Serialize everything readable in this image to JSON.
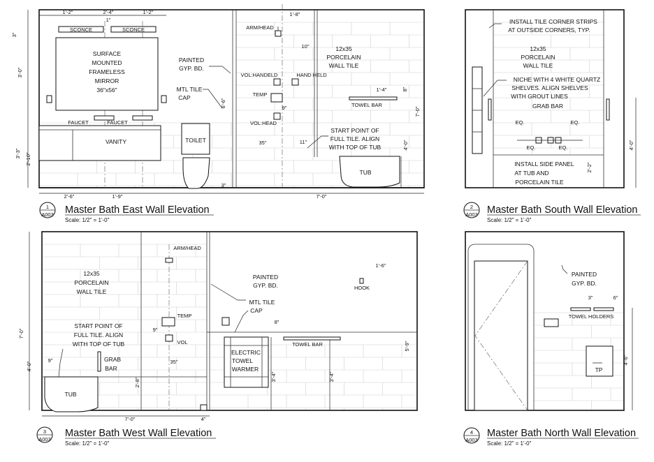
{
  "views": [
    {
      "num": "1",
      "sheet": "A003",
      "title": "Master Bath East Wall Elevation",
      "scale": "Scale: 1/2\" = 1'-0\"",
      "labels": {
        "sconce_l": "SCONCE",
        "sconce_r": "SCONCE",
        "mirror": [
          "SURFACE",
          "MOUNTED",
          "FRAMELESS",
          "MIRROR",
          "36\"x56\""
        ],
        "faucet_l": "FAUCET",
        "faucet_r": "FAUCET",
        "vanity": "VANITY",
        "toilet": "TOILET",
        "painted": [
          "PAINTED",
          "GYP. BD."
        ],
        "mtl_cap": [
          "MTL TILE",
          "CAP"
        ],
        "arm_head": "ARM/HEAD",
        "wall_tile": [
          "12x35",
          "PORCELAIN",
          "WALL TILE"
        ],
        "vol_handheld": "VOL:HANDELD",
        "hand_held": "HAND HELD",
        "temp": "TEMP",
        "vol_head": "VOL:HEAD",
        "towel_bar": "TOWEL BAR",
        "start_point": [
          "START POINT OF",
          "FULL TILE. ALIGN",
          "WITH TOP OF TUB"
        ],
        "tub": "TUB"
      },
      "dims": {
        "top_1": "1'-2\"",
        "top_2": "2'-4\"",
        "top_3": "1'-2\"",
        "top_4": "1\"",
        "left_1": "3\"",
        "left_2": "3'-0\"",
        "left_3": "3'-3\"",
        "left_4": "2'-10\"",
        "bottom_1": "2'-6\"",
        "bottom_2": "1'-9\"",
        "bottom_3": "3\"",
        "bottom_4": "7'-0\"",
        "shower_top": "1'-8\"",
        "d_10": "10\"",
        "d_6_6": "6'-6\"",
        "d_9": "9\"",
        "d_1_4": "1'-4\"",
        "d_8": "8\"",
        "d_7_0": "7'-0\"",
        "d_35": "35\"",
        "d_11": "11\"",
        "d_4_0": "4'-0\""
      }
    },
    {
      "num": "2",
      "sheet": "A003",
      "title": "Master Bath South Wall Elevation",
      "scale": "Scale: 1/2\" = 1'-0\"",
      "labels": {
        "corner_strips": [
          "INSTALL TILE CORNER STRIPS",
          "AT OUTSIDE CORNERS, TYP."
        ],
        "wall_tile": [
          "12x35",
          "PORCELAIN",
          "WALL TILE"
        ],
        "niche": [
          "NICHE WITH 4 WHITE QUARTZ",
          "SHELVES. ALIGN SHELVES",
          "WITH GROUT LINES"
        ],
        "grab_bar": "GRAB BAR",
        "eq_1": "EQ.",
        "eq_2": "EQ.",
        "eq_3": "EQ.",
        "eq_4": "EQ.",
        "side_panel": [
          "INSTALL SIDE PANEL",
          "AT TUB AND",
          "PORCELAIN TILE"
        ]
      },
      "dims": {
        "d_4_0": "4'-0\"",
        "d_2_2": "2'-2\""
      }
    },
    {
      "num": "3",
      "sheet": "A003",
      "title": "Master Bath West Wall Elevation",
      "scale": "Scale: 1/2\" = 1'-0\"",
      "labels": {
        "arm_head": "ARM/HEAD",
        "wall_tile": [
          "12x35",
          "PORCELAIN",
          "WALL TILE"
        ],
        "painted": [
          "PAINTED",
          "GYP. BD."
        ],
        "mtl_cap": [
          "MTL TILE",
          "CAP"
        ],
        "hook": "HOOK",
        "temp": "TEMP",
        "vol": "VOL",
        "start_point": [
          "START POINT OF",
          "FULL TILE. ALIGN",
          "WITH TOP OF TUB"
        ],
        "grab_bar": [
          "GRAB",
          "BAR"
        ],
        "warmer": [
          "ELECTRIC",
          "TOWEL",
          "WARMER"
        ],
        "towel_bar": "TOWEL BAR",
        "tub": "TUB"
      },
      "dims": {
        "d_7_0_left": "7'-0\"",
        "d_4_0_left": "4'-0\"",
        "d_9_left": "9\"",
        "d_9_mid": "9\"",
        "d_2_8": "2'-8\"",
        "d_35": "35\"",
        "d_1_6": "1'-6\"",
        "d_8": "8\"",
        "d_3_4_a": "3'-4\"",
        "d_3_4_b": "3'-4\"",
        "d_5_9": "5'-9\"",
        "d_7_0_bottom": "7'-0\"",
        "d_4": "4\""
      }
    },
    {
      "num": "4",
      "sheet": "A003",
      "title": "Master Bath North Wall Elevation",
      "scale": "Scale: 1/2\" = 1'-0\"",
      "labels": {
        "painted": [
          "PAINTED",
          "GYP. BD."
        ],
        "towel_holders": "TOWEL HOLDERS",
        "tp": "TP"
      },
      "dims": {
        "d_3": "3\"",
        "d_6": "6\"",
        "d_4_6": "4'-6\""
      }
    }
  ]
}
